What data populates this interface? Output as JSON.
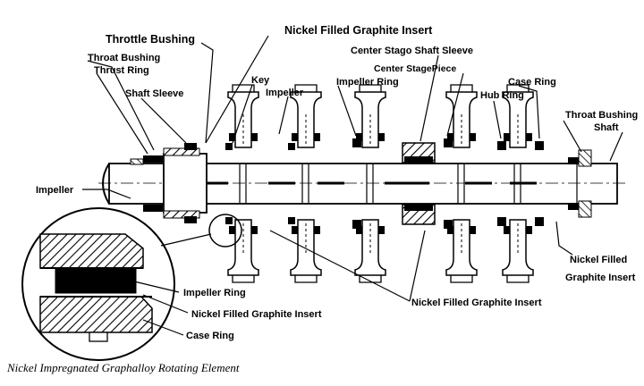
{
  "labels": {
    "throttle_bushing": "Throttle Bushing",
    "nickel_insert_top": "Nickel Filled Graphite Insert",
    "throat_bushing_left": "Throat Bushing",
    "thrust_ring": "Thrust Ring",
    "shaft_sleeve": "Shaft Sleeve",
    "key": "Key",
    "impeller_top": "Impeller",
    "impeller_ring_top": "Impeller Ring",
    "center_stage_shaft_sleeve": "Center Stago Shaft Sleeve",
    "center_stage_piece": "Center StagePiece",
    "case_ring_top": "Case Ring",
    "hub_ring": "Hub Ring",
    "throat_bushing_right": "Throat Bushing",
    "shaft": "Shaft",
    "impeller_left": "Impeller",
    "nickel_filled_right_1": "Nickel Filled",
    "nickel_filled_right_2": "Graphite Insert",
    "nickel_insert_bottom": "Nickel Filled Graphite Insert",
    "impeller_ring_detail": "Impeller Ring",
    "nickel_insert_detail": "Nickel Filled Graphite Insert",
    "case_ring_detail": "Case Ring"
  },
  "caption": "Nickel Impregnated Graphalloy Rotating Element"
}
